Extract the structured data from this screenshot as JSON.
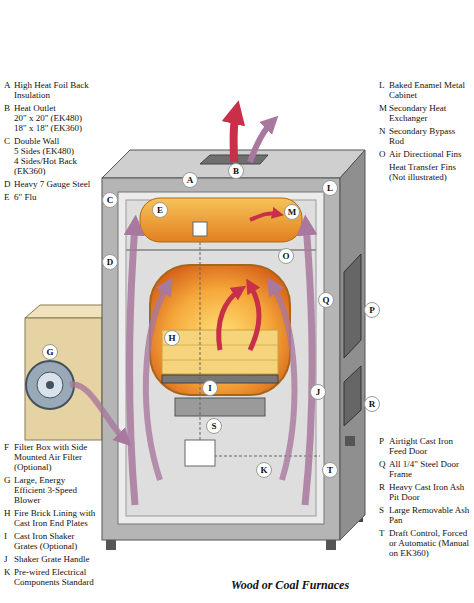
{
  "diagram": {
    "caption": "Wood or Coal Furnaces",
    "labels": [
      "A",
      "High Heat Foil Back Insulation",
      "B",
      "Heat Outlet",
      "20\" x 20\" (EK480)",
      "18\" x 18\" (EK360)",
      "C",
      "Double Wall",
      "5 Sides (EK480)",
      "4 Sides/Hot Back (EK360)",
      "D",
      "Heavy 7 Gauge Steel",
      "E",
      "6\" Flu",
      "F",
      "Filter Box with Side Mounted Air Filter (Optional)",
      "G",
      "Large, Energy Efficient 3-Speed Blower",
      "H",
      "Fire Brick Lining with Cast Iron End Plates",
      "I",
      "Cast Iron Shaker Grates (Optional)",
      "J",
      "Shaker Grate Handle",
      "K",
      "Pre-wired Electrical Components Standard",
      "L",
      "Baked Enamel Metal Cabinet",
      "M",
      "Secondary Heat Exchanger",
      "N",
      "Secondary Bypass Rod",
      "O",
      "Air Directional Fins",
      "Heat Transfer Fins (Not illustrated)",
      "P",
      "Airtight Cast Iron Feed Door",
      "Q",
      "All 1/4\" Steel Door Frame",
      "R",
      "Heavy Cast Iron Ash Pit Door",
      "S",
      "Large Removable Ash Pan",
      "T",
      "Draft Control, Forced or Automatic (Manual on EK360)",
      "A",
      "B",
      "L",
      "C",
      "E",
      "M",
      "D",
      "O",
      "H",
      "Q",
      "P",
      "I",
      "S",
      "J",
      "R",
      "G",
      "K",
      "T"
    ]
  }
}
